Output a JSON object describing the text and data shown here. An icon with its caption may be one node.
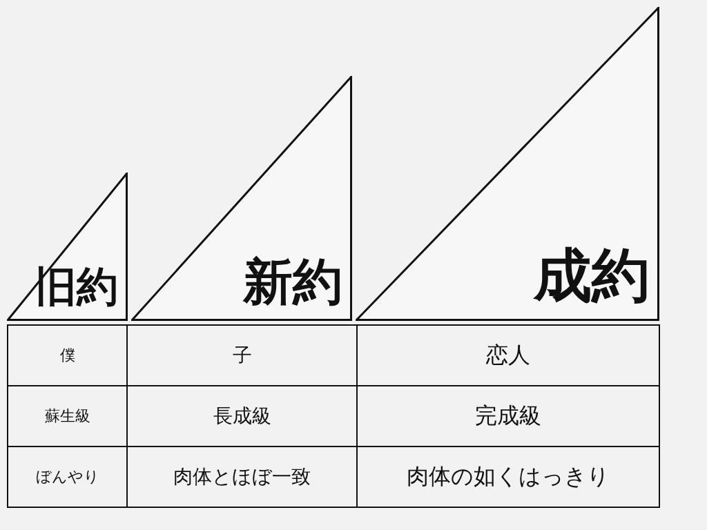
{
  "diagram": {
    "nodes": [
      {
        "text": [
          "旧約"
        ]
      },
      {
        "text": [
          "新約"
        ]
      },
      {
        "text": [
          "成約"
        ]
      }
    ],
    "labels": [
      "僕",
      "子",
      "恋人",
      "蘇生級",
      "長成級",
      "完成級",
      "ぼんやり",
      "肉体とほぼ一致",
      "肉体の如くはっきり"
    ]
  }
}
